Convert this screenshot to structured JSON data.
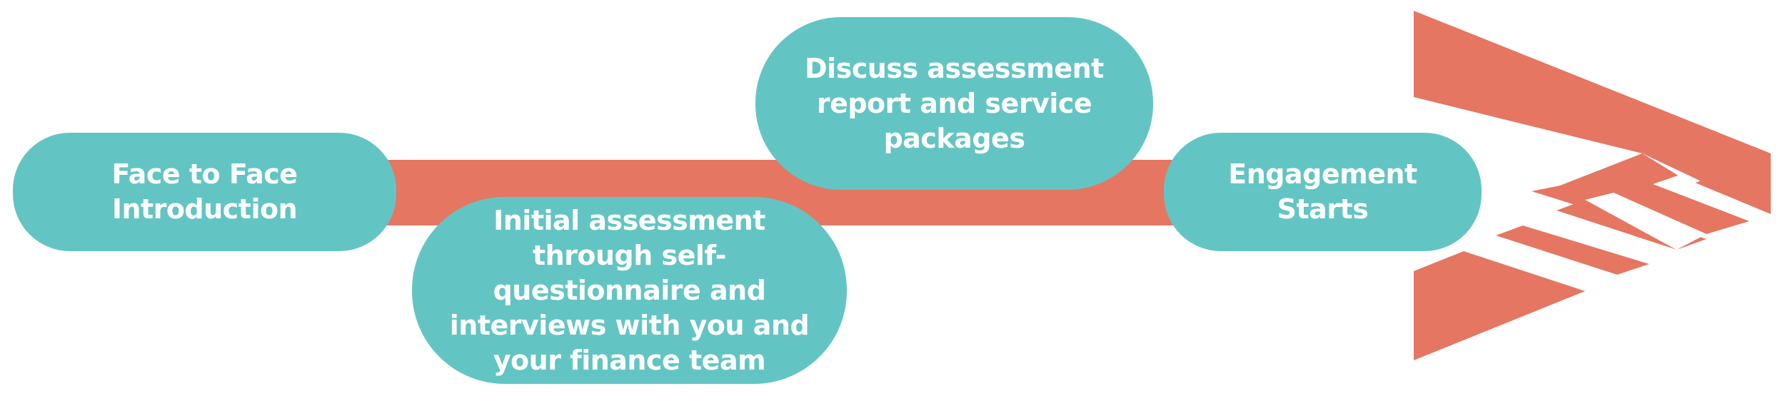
{
  "steps": [
    {
      "label": "Face to Face Introduction"
    },
    {
      "label": "Initial assessment through self-questionnaire and interviews with you and your finance team"
    },
    {
      "label": "Discuss assessment report and service packages"
    },
    {
      "label": "Engagement Starts"
    }
  ],
  "colors": {
    "bar": "#e57662",
    "pill": "#63c5c3",
    "text": "#ffffff",
    "logo": "#e57662"
  },
  "icons": {
    "logo": "chevron-arrow-logo"
  }
}
